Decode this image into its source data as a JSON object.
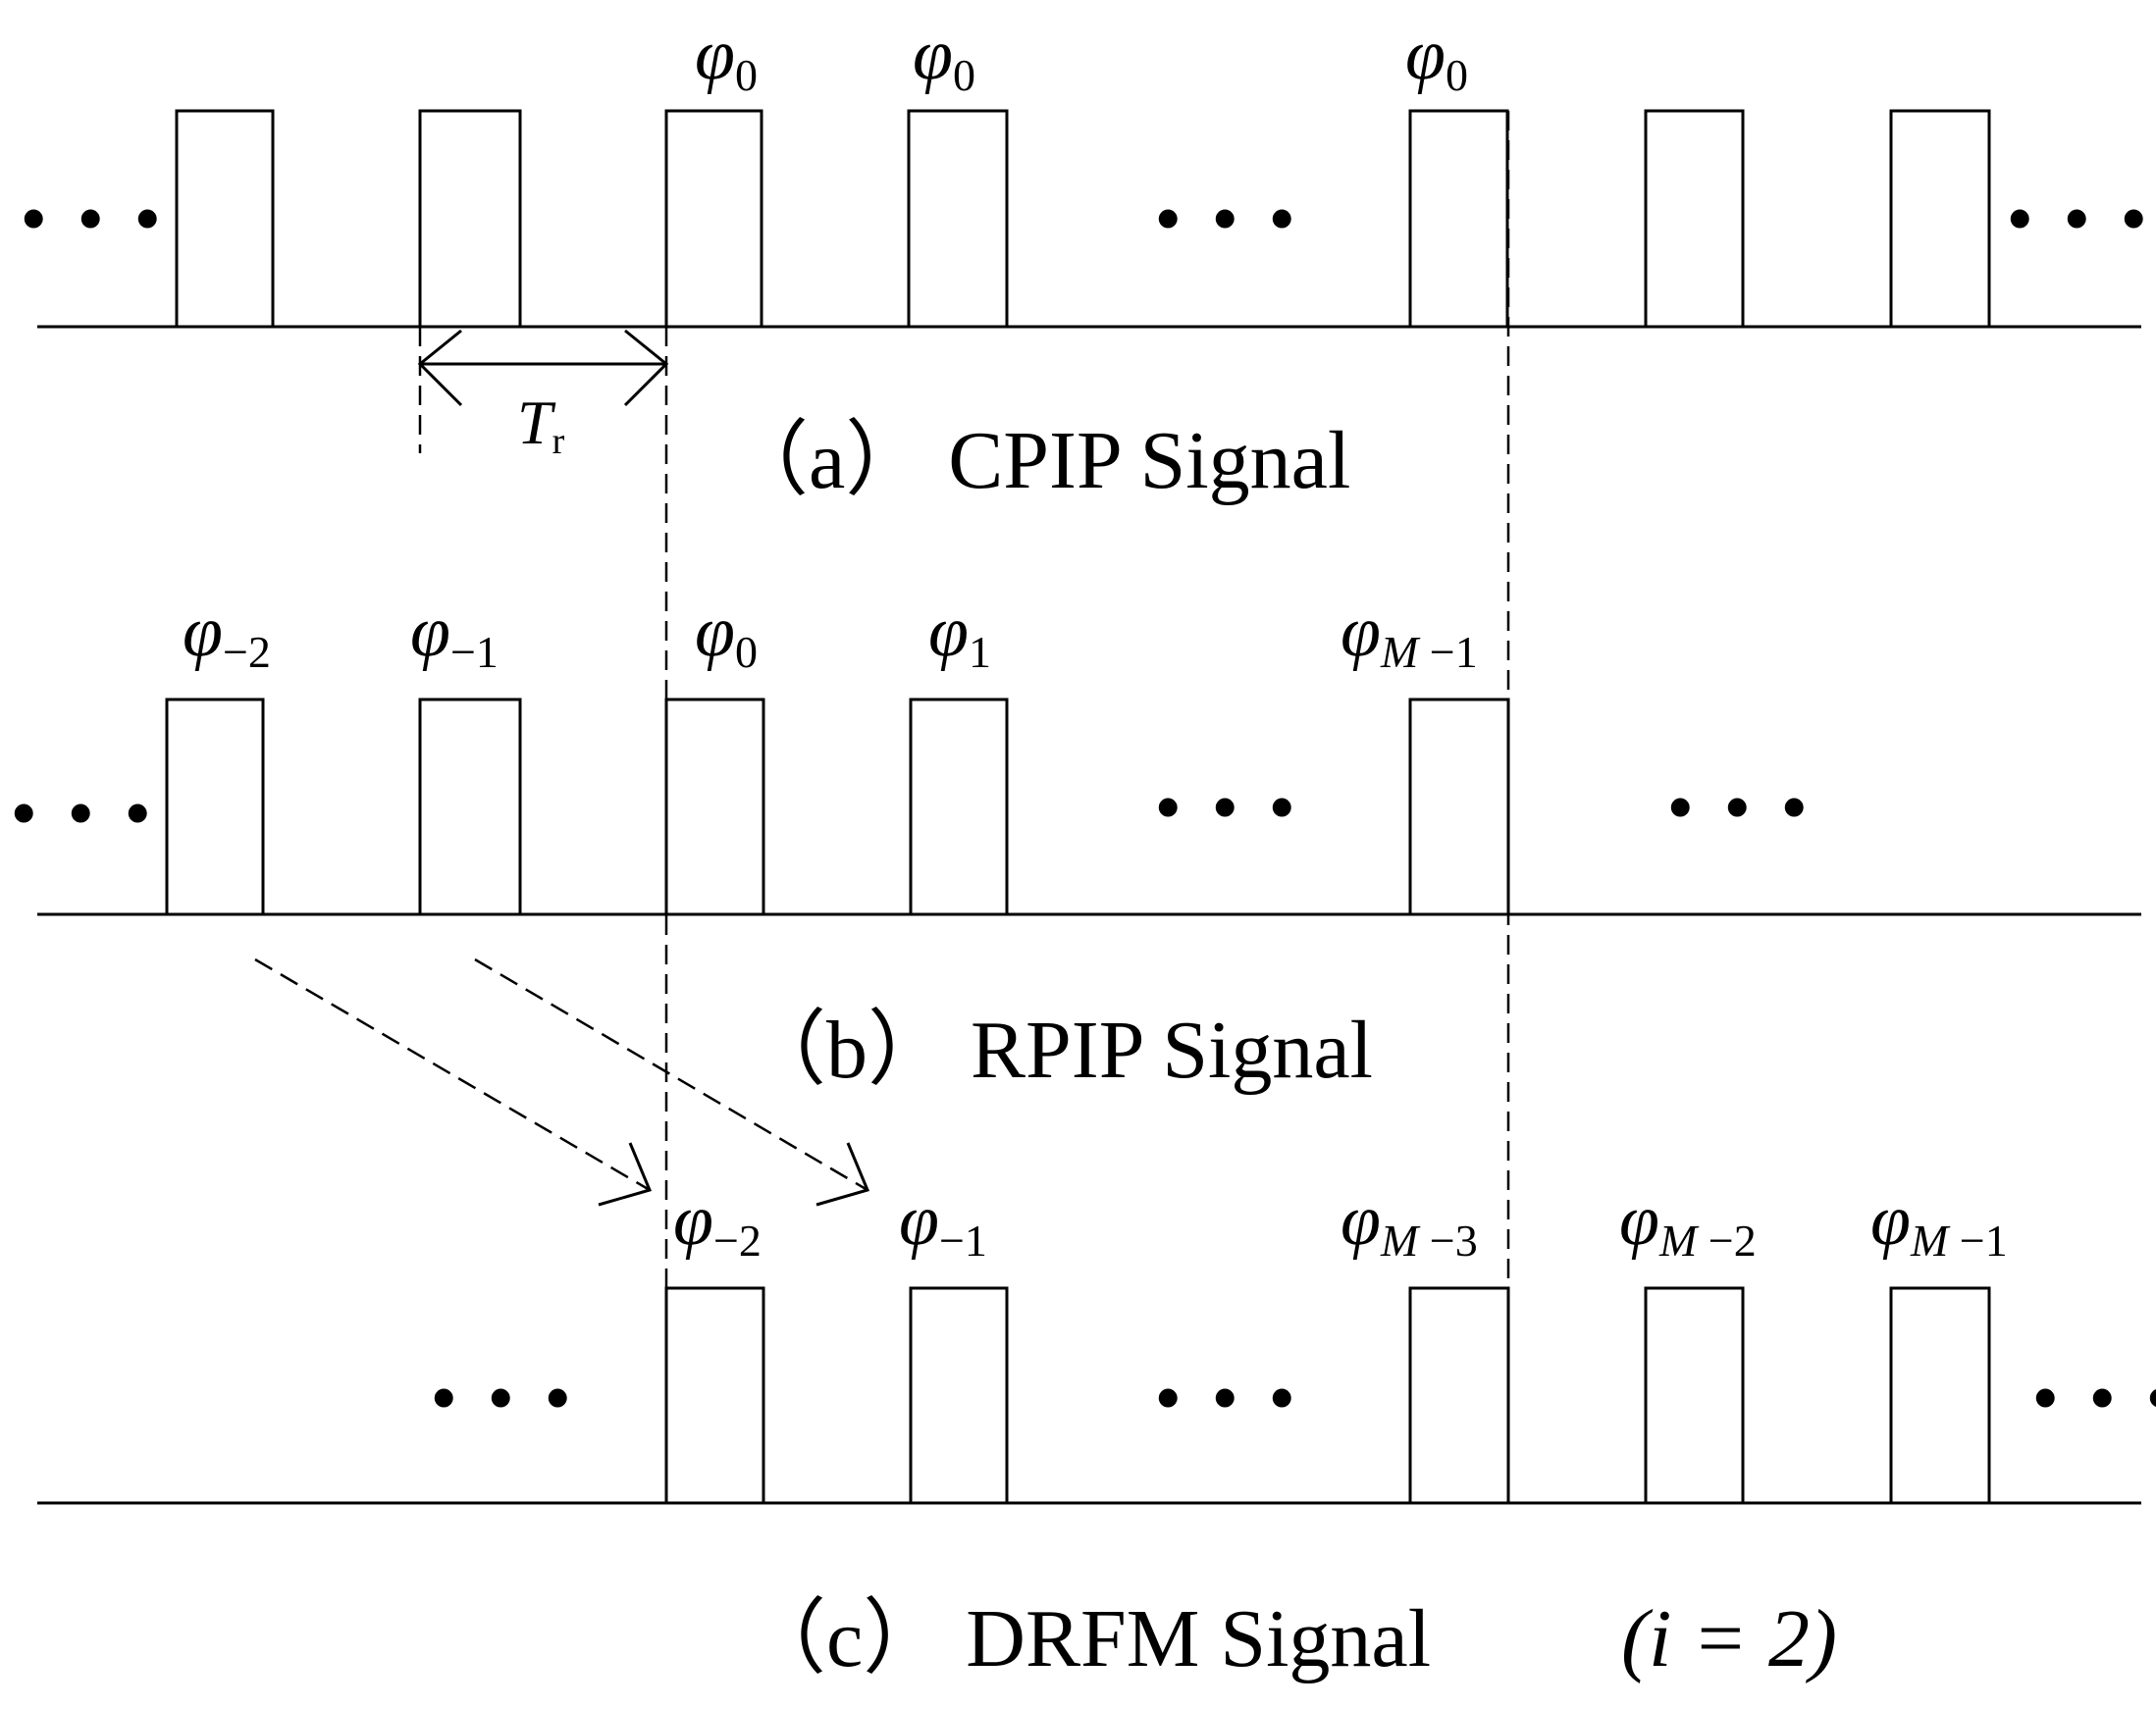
{
  "panels": {
    "a": {
      "caption": "（a） CPIP Signal",
      "labels": [
        {
          "base": "φ",
          "sub": "0"
        },
        {
          "base": "φ",
          "sub": "0"
        },
        {
          "base": "φ",
          "sub": "0"
        }
      ]
    },
    "b": {
      "caption": "（b） RPIP Signal",
      "labels": [
        {
          "base": "φ",
          "sub": "−2"
        },
        {
          "base": "φ",
          "sub": "−1"
        },
        {
          "base": "φ",
          "sub": "0"
        },
        {
          "base": "φ",
          "sub": "1"
        },
        {
          "base": "φ",
          "subM": "M",
          "sub": " −1"
        }
      ]
    },
    "c": {
      "caption": "（c） DRFM Signal",
      "condition": "(i = 2)",
      "labels": [
        {
          "base": "φ",
          "sub": "−2"
        },
        {
          "base": "φ",
          "sub": "−1"
        },
        {
          "base": "φ",
          "subM": "M",
          "sub": " −3"
        },
        {
          "base": "φ",
          "subM": "M",
          "sub": " −2"
        },
        {
          "base": "φ",
          "subM": "M",
          "sub": " −1"
        }
      ]
    }
  },
  "period_label": {
    "base": "T",
    "sub": "r"
  },
  "ellipsis": "• • •"
}
